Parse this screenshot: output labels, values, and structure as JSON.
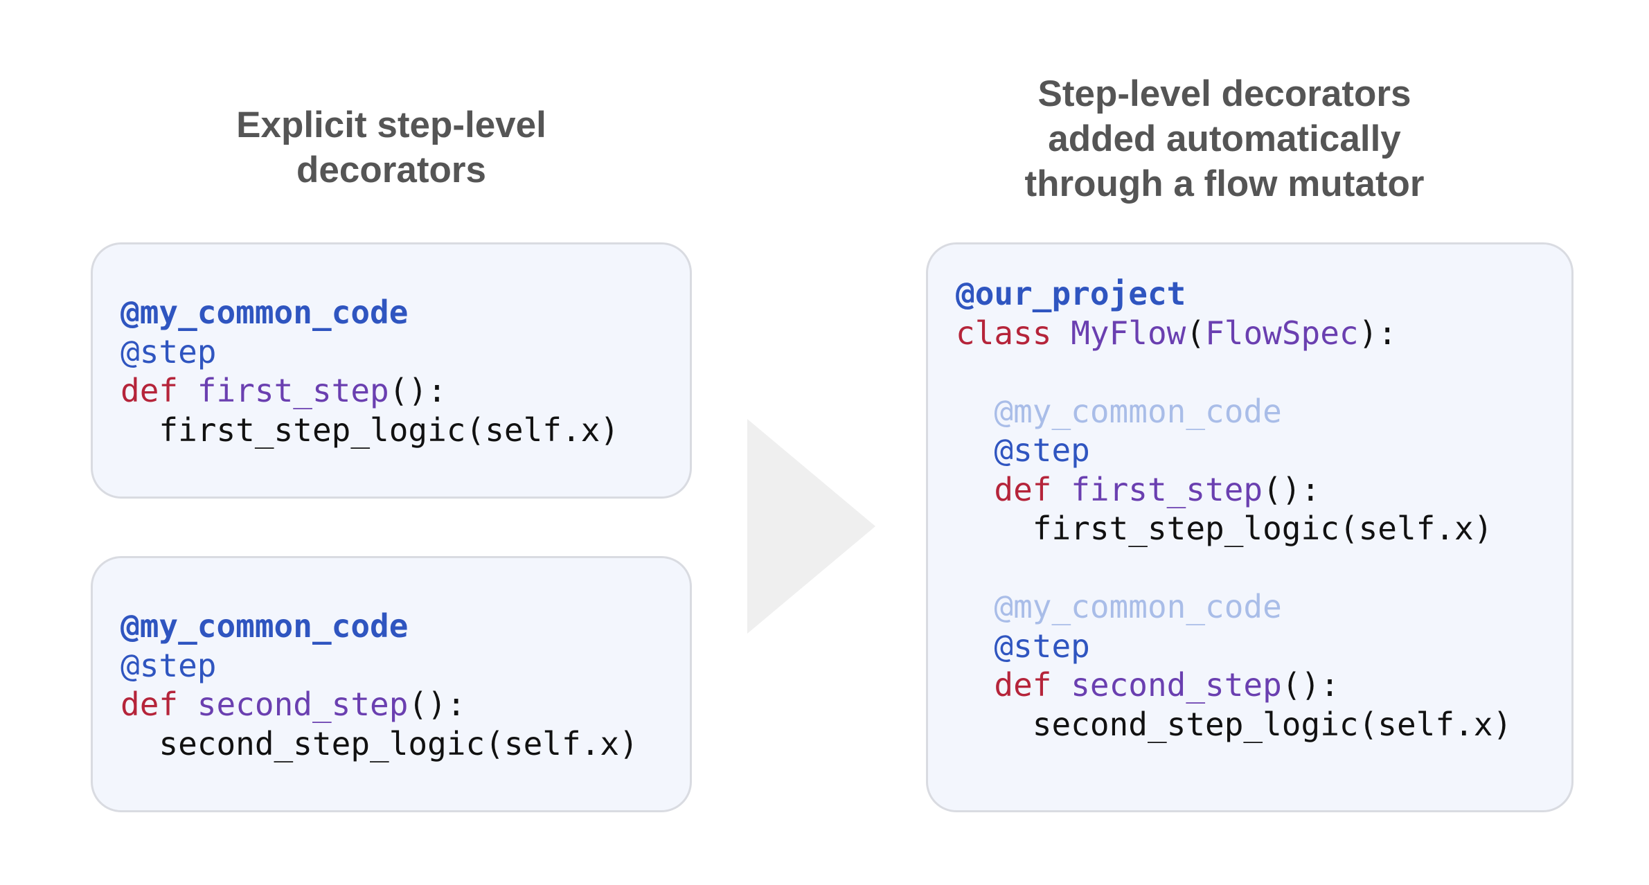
{
  "left_panel": {
    "heading": {
      "line1": "Explicit step-level",
      "line2": "decorators"
    },
    "first_block": {
      "decorator": "@my_common_code",
      "step_decorator": "@step",
      "def_keyword": "def",
      "function_name": "first_step",
      "signature_suffix": "():",
      "indent": "  ",
      "body": "first_step_logic(self.x)"
    },
    "second_block": {
      "decorator": "@my_common_code",
      "step_decorator": "@step",
      "def_keyword": "def",
      "function_name": "second_step",
      "signature_suffix": "():",
      "indent": "  ",
      "body": "second_step_logic(self.x)"
    }
  },
  "right_panel": {
    "heading": {
      "line1": "Step-level decorators",
      "line2": "added automatically",
      "line3": "through a flow mutator"
    },
    "class_block": {
      "flow_decorator": "@our_project",
      "class_keyword": "class",
      "class_name": "MyFlow",
      "open_paren": "(",
      "base_class": "FlowSpec",
      "close_suffix": "):"
    },
    "first_step": {
      "indent": "  ",
      "body_indent": "    ",
      "decorator": "@my_common_code",
      "step_decorator": "@step",
      "def_keyword": "def",
      "function_name": "first_step",
      "signature_suffix": "():",
      "body": "first_step_logic(self.x)"
    },
    "second_step": {
      "indent": "  ",
      "body_indent": "    ",
      "decorator": "@my_common_code",
      "step_decorator": "@step",
      "def_keyword": "def",
      "function_name": "second_step",
      "signature_suffix": "():",
      "body": "second_step_logic(self.x)"
    }
  },
  "colors": {
    "decorator": "#2f55c0",
    "decorator_faded": "#a9bde8",
    "keyword": "#b5243a",
    "function_name": "#6a3fb0",
    "code_text": "#111111",
    "heading_text": "#555555",
    "box_background": "#f3f6fd",
    "box_border": "#d9dbe1",
    "arrow": "#efefef"
  },
  "icons": {
    "transform_arrow": "triangle-right-icon"
  }
}
